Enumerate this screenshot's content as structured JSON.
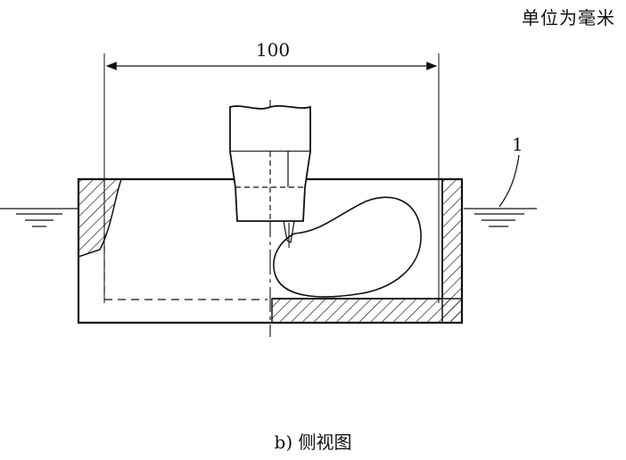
{
  "unit_note": "单位为毫米",
  "dimension": {
    "label": "100"
  },
  "callout": {
    "label": "1"
  },
  "caption": "b) 侧视图"
}
